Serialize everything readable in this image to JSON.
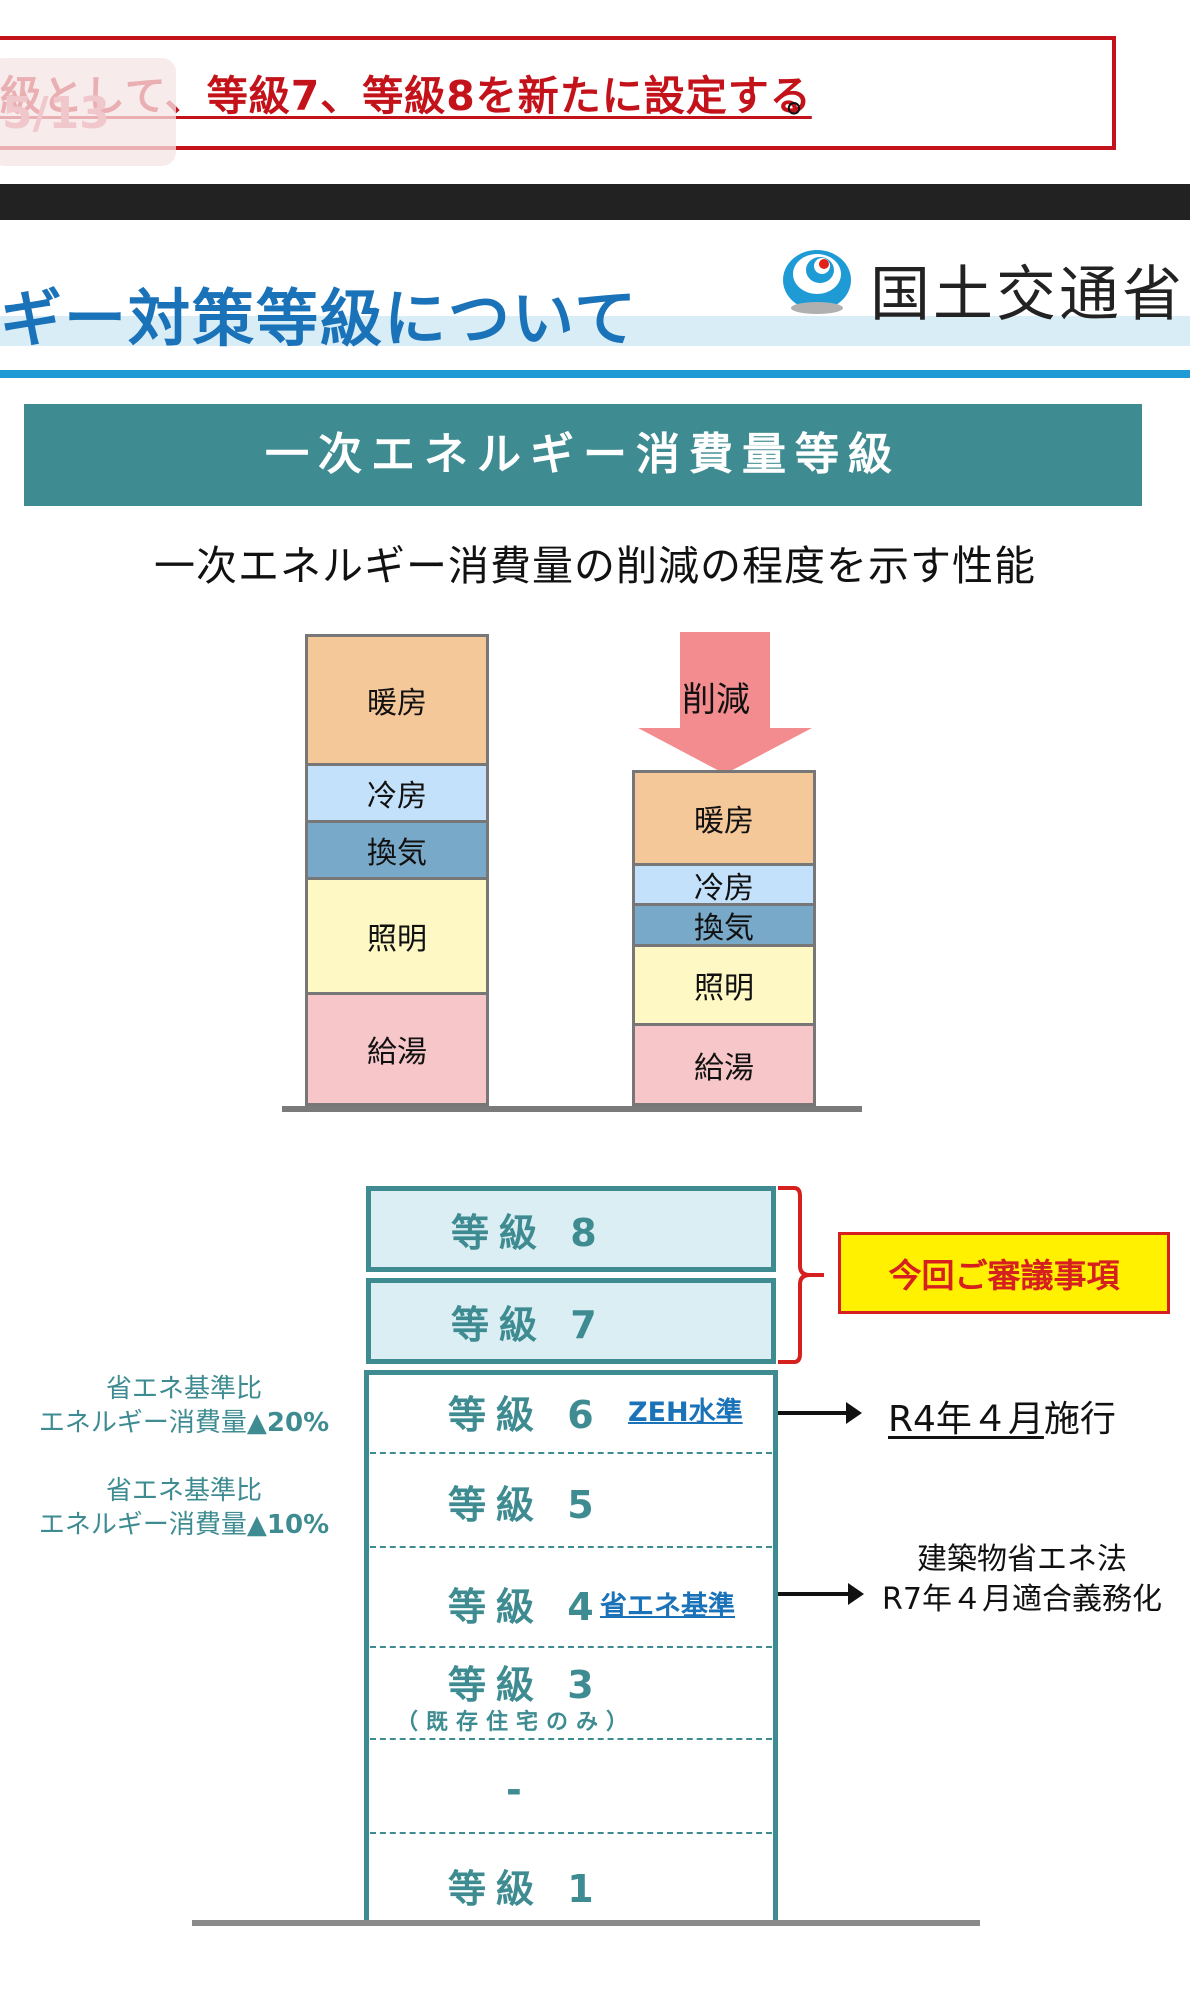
{
  "banner": {
    "text": "級として、等級7、等級8を新たに設定する",
    "period": "。"
  },
  "badge": {
    "text": "5/13"
  },
  "header": {
    "title": "ギー対策等級について",
    "ministry": "国土交通省"
  },
  "section": {
    "heading": "一次エネルギー消費量等級",
    "subtitle": "一次エネルギー消費量の削減の程度を示す性能"
  },
  "diagram": {
    "reduce_label": "削減",
    "before": [
      "暖房",
      "冷房",
      "換気",
      "照明",
      "給湯"
    ],
    "after": [
      "暖房",
      "冷房",
      "換気",
      "照明",
      "給湯"
    ]
  },
  "grades": {
    "g8": "等級 8",
    "g7": "等級 7",
    "g6": "等級 6",
    "g6_note": "ZEH水準",
    "g5": "等級 5",
    "g4": "等級 4",
    "g4_note": "省エネ基準",
    "g3": "等級 3",
    "g3_note": "（既存住宅のみ）",
    "g2": "-",
    "g1": "等級 1"
  },
  "review_badge": "今回ご審議事項",
  "side_notes": {
    "n20_l1": "省エネ基準比",
    "n20_l2": "エネルギー消費量",
    "n20_pct": "▲20%",
    "n10_l1": "省エネ基準比",
    "n10_l2": "エネルギー消費量",
    "n10_pct": "▲10%"
  },
  "callouts": {
    "r4_underlined": "R4年４月",
    "r4_rest": "施行",
    "law_l1": "建築物省エネ法",
    "law_l2": "R7年４月適合義務化"
  },
  "colors": {
    "teal": "#3e8c91",
    "banner_red": "#c4121a",
    "heating": "#f5c89a",
    "cooling": "#c3e1fa",
    "ventilation": "#79a9c8",
    "lighting": "#fdf8c4",
    "hot_water": "#f7c6c9",
    "review_badge_bg": "#fff100"
  }
}
